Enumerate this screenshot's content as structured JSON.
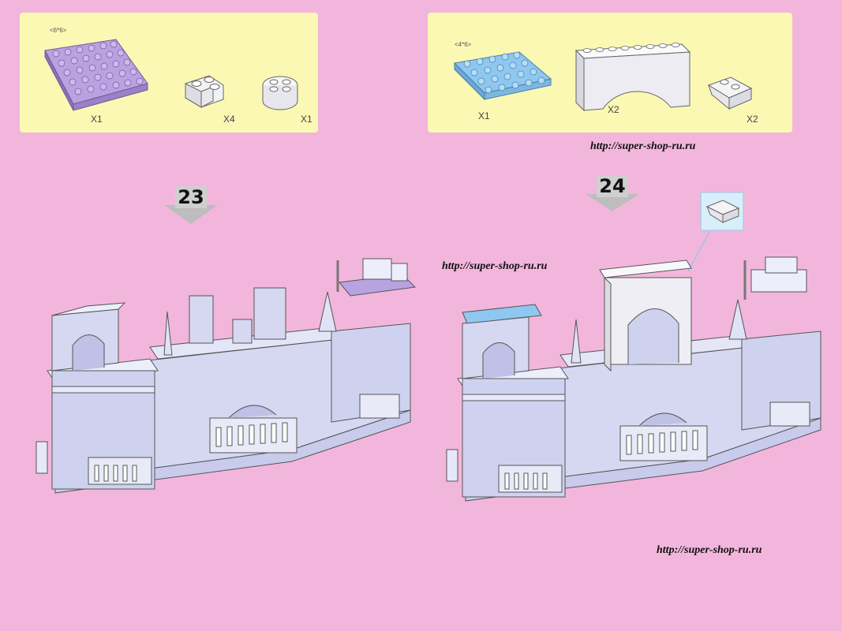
{
  "steps": [
    {
      "number": "23",
      "parts": [
        {
          "dim": "<6*6>",
          "qty": "X1",
          "icon": "purple-plate-6x6-icon",
          "color": "#b9a2e0"
        },
        {
          "dim": "",
          "qty": "X4",
          "icon": "white-corner-brick-icon",
          "color": "#f2f2f4"
        },
        {
          "dim": "",
          "qty": "X1",
          "icon": "white-round-brick-icon",
          "color": "#f2f2f4"
        }
      ]
    },
    {
      "number": "24",
      "parts": [
        {
          "dim": "<4*6>",
          "qty": "X1",
          "icon": "blue-plate-4x6-icon",
          "color": "#8ec7ef"
        },
        {
          "dim": "",
          "qty": "X2",
          "icon": "white-arch-icon",
          "color": "#f2f2f4"
        },
        {
          "dim": "",
          "qty": "X2",
          "icon": "white-slope-brick-icon",
          "color": "#f2f2f4"
        }
      ]
    }
  ],
  "watermarks": {
    "top": "http://super-shop-ru.ru",
    "middle": "http://super-shop-ru.ru",
    "bottom": "http://super-shop-ru.ru"
  },
  "colors": {
    "page_background": "#f2b6dc",
    "parts_panel": "#fbf8b4",
    "castle_body": "#d6d8f2",
    "step23_new_plate": "#b9a2e0",
    "step24_new_plate": "#8ec7ef"
  }
}
